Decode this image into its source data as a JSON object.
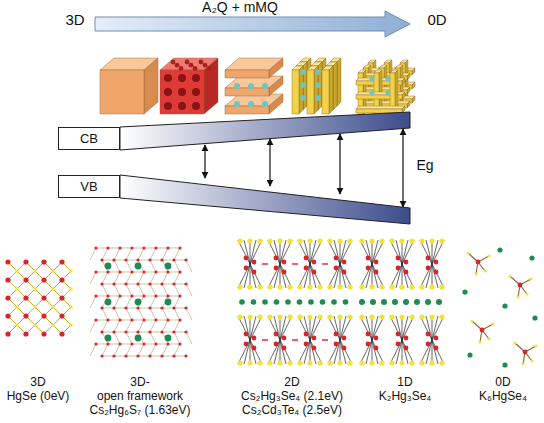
{
  "diagram": {
    "nodes": [
      {
        "text": [
          "CB"
        ]
      },
      {
        "text": [
          "VB"
        ]
      }
    ],
    "labels": [
      "3D",
      "A₂Q + mMQ",
      "0D",
      "Eg",
      "3D",
      "HgSe (0eV)",
      "3D-",
      "open framework",
      "Cs₂Hg₆S₇ (1.63eV)",
      "2D",
      "Cs₂Hg₃Se₄ (2.1eV)",
      "Cs₂Cd₃Te₄ (2.5eV)",
      "1D",
      "K₂Hg₃Se₄",
      "0D",
      "K₆HgSe₄"
    ]
  }
}
